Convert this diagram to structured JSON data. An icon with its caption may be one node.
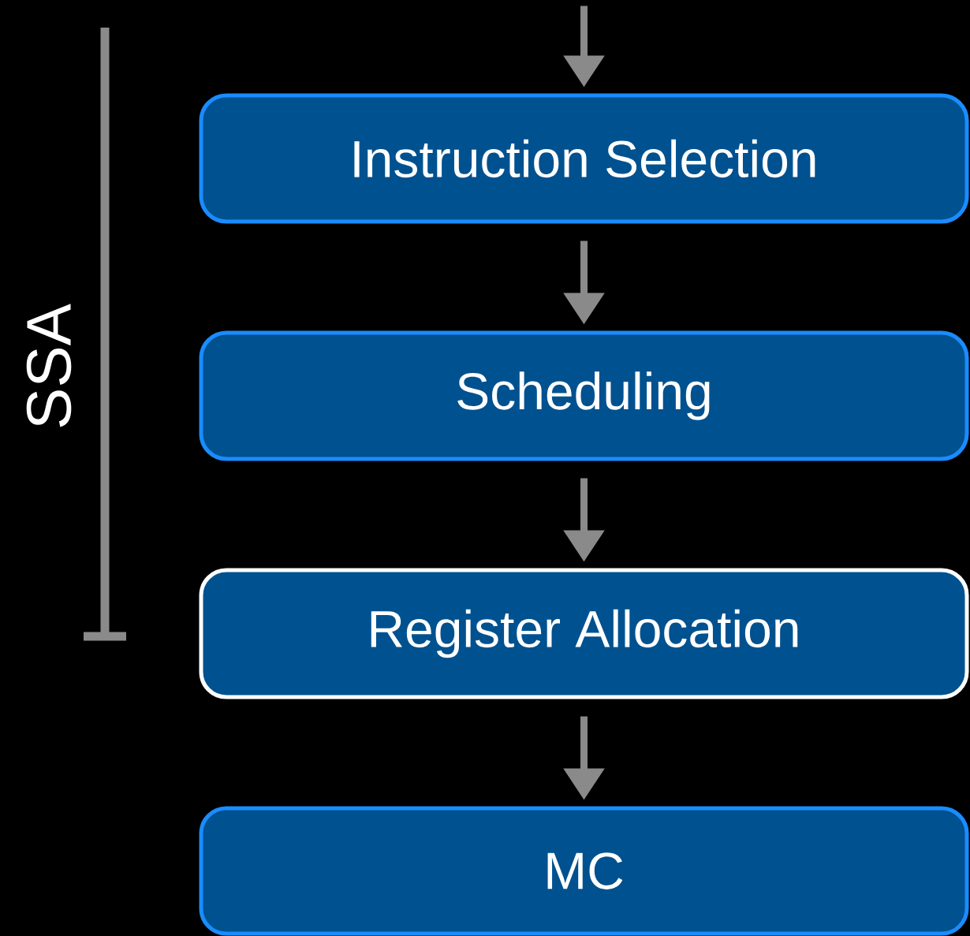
{
  "diagram": {
    "nodes": [
      {
        "text": [
          "Instruction Selection"
        ]
      },
      {
        "text": [
          "Scheduling"
        ]
      },
      {
        "text": [
          "Register Allocation"
        ]
      },
      {
        "text": [
          "MC"
        ]
      }
    ],
    "edges": [
      {
        "from": null,
        "to": 0,
        "arrow": "to"
      },
      {
        "from": 0,
        "to": 1,
        "arrow": "to"
      },
      {
        "from": 1,
        "to": 2,
        "arrow": "to"
      },
      {
        "from": 2,
        "to": 3,
        "arrow": "to"
      }
    ],
    "labels": [
      "SSA"
    ]
  }
}
